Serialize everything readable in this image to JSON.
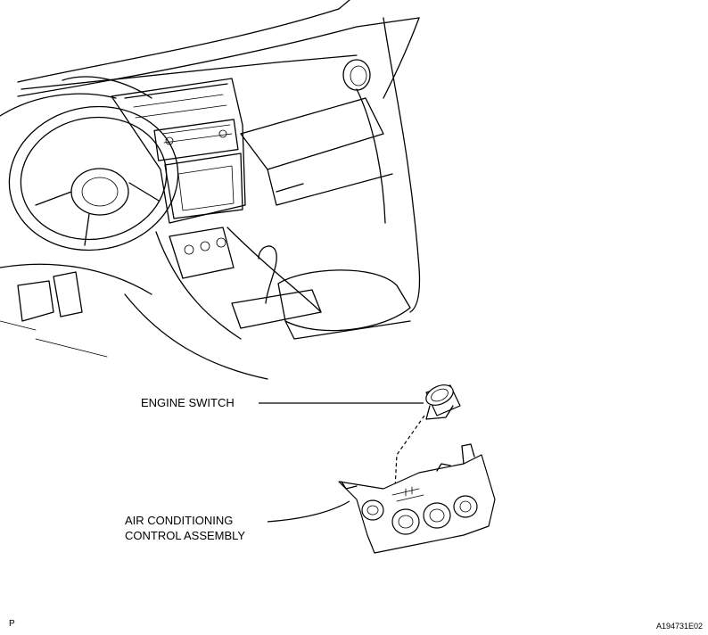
{
  "labels": {
    "engine_switch": "ENGINE SWITCH",
    "ac_control_line1": "AIR CONDITIONING",
    "ac_control_line2": "CONTROL ASSEMBLY"
  },
  "footer": {
    "left_code": "P",
    "figure_id": "A194731E02"
  }
}
